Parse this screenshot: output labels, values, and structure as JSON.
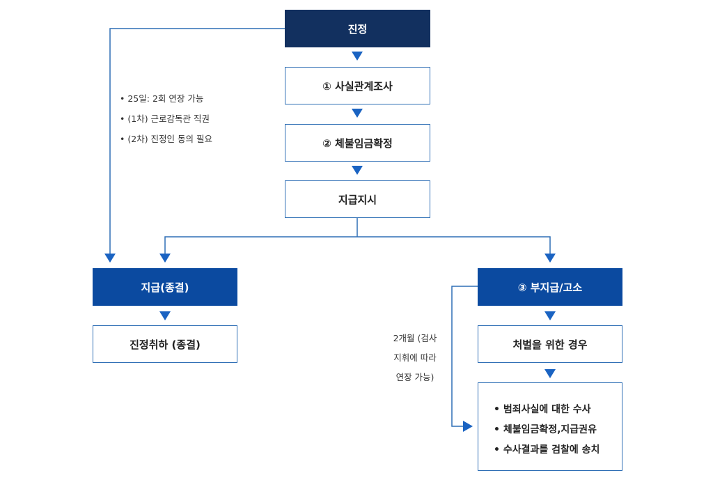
{
  "nodes": {
    "petition": "진정",
    "step1": "① 사실관계조사",
    "step2": "② 체불임금확정",
    "order": "지급지시",
    "paid": "지급(종결)",
    "withdraw": "진정취하 (종결)",
    "unpaid": "③ 부지급/고소",
    "punish": "처벌을 위한 경우"
  },
  "left_notes": [
    "25일: 2회 연장 가능",
    "(1차) 근로감독관 직권",
    "(2차) 진정인 동의 필요"
  ],
  "right_note": [
    "2개월 (검사",
    "지휘에 따라",
    "연장 가능)"
  ],
  "final_list": [
    "범죄사실에 대한 수사",
    "체불임금확정,지급권유",
    "수사결과를 검찰에 송치"
  ],
  "colors": {
    "dark": "#12305f",
    "blue": "#0b4aa0",
    "line": "#2f6fb5"
  }
}
